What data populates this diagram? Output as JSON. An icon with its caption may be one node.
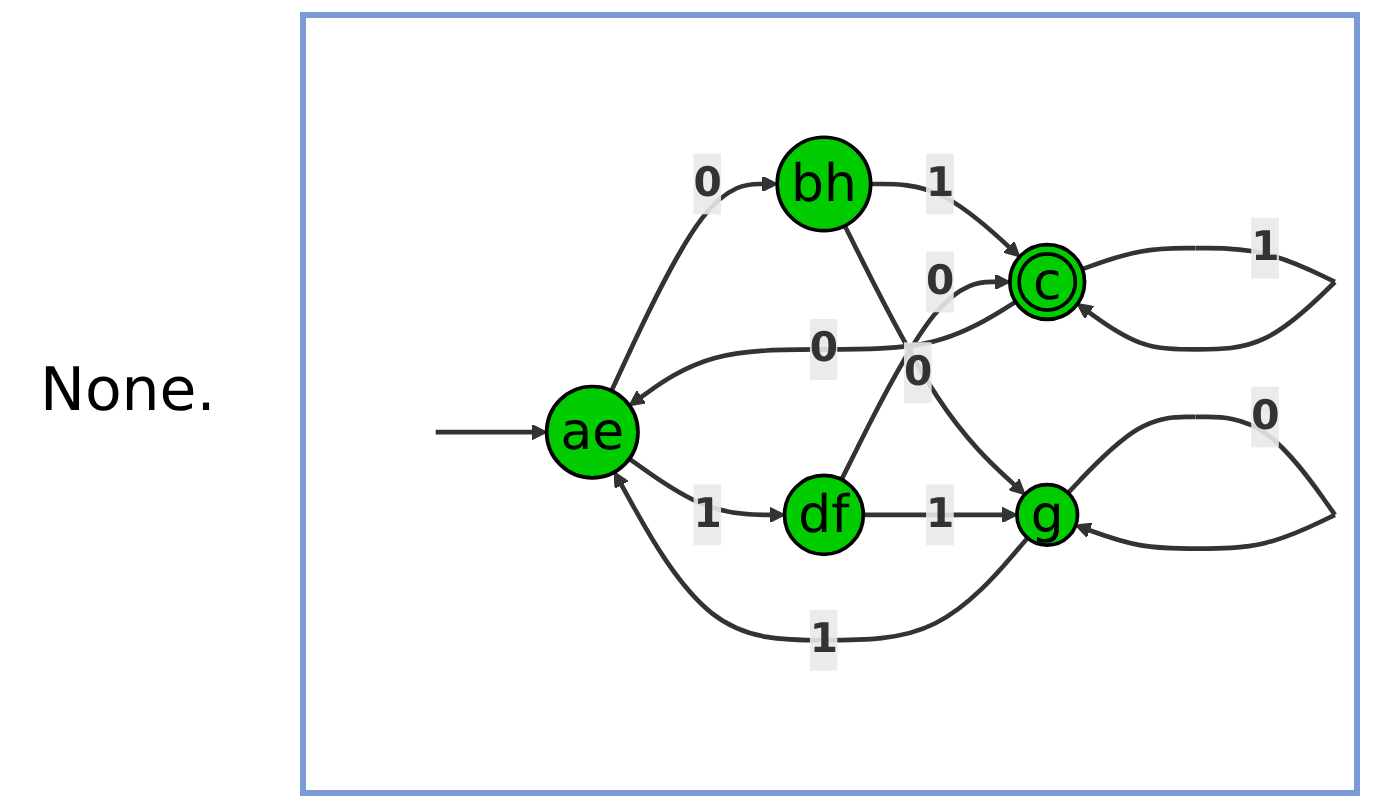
{
  "diagram": {
    "nodes": [
      {
        "text": [
          "ae"
        ]
      },
      {
        "text": [
          "bh"
        ]
      },
      {
        "text": [
          "c"
        ]
      },
      {
        "text": [
          "df"
        ]
      },
      {
        "text": [
          "g"
        ]
      }
    ],
    "edges": [
      {
        "from": null,
        "to": 0,
        "arrow": "to"
      },
      {
        "from": 0,
        "to": 1,
        "arrow": "to",
        "label": "0"
      },
      {
        "from": 0,
        "to": 3,
        "arrow": "to",
        "label": "1"
      },
      {
        "from": 1,
        "to": 2,
        "arrow": "to",
        "label": "1"
      },
      {
        "from": 1,
        "to": 4,
        "arrow": "to",
        "label": "0"
      },
      {
        "from": 3,
        "to": 2,
        "arrow": "to",
        "label": "0"
      },
      {
        "from": 3,
        "to": 4,
        "arrow": "to",
        "label": "1"
      },
      {
        "from": 2,
        "to": 0,
        "arrow": "to",
        "label": "0"
      },
      {
        "from": 2,
        "to": 2,
        "arrow": "to",
        "label": "1"
      },
      {
        "from": 4,
        "to": 0,
        "arrow": "to",
        "label": "1"
      },
      {
        "from": 4,
        "to": 4,
        "arrow": "to",
        "label": "0"
      }
    ],
    "labels": [
      "None."
    ]
  }
}
